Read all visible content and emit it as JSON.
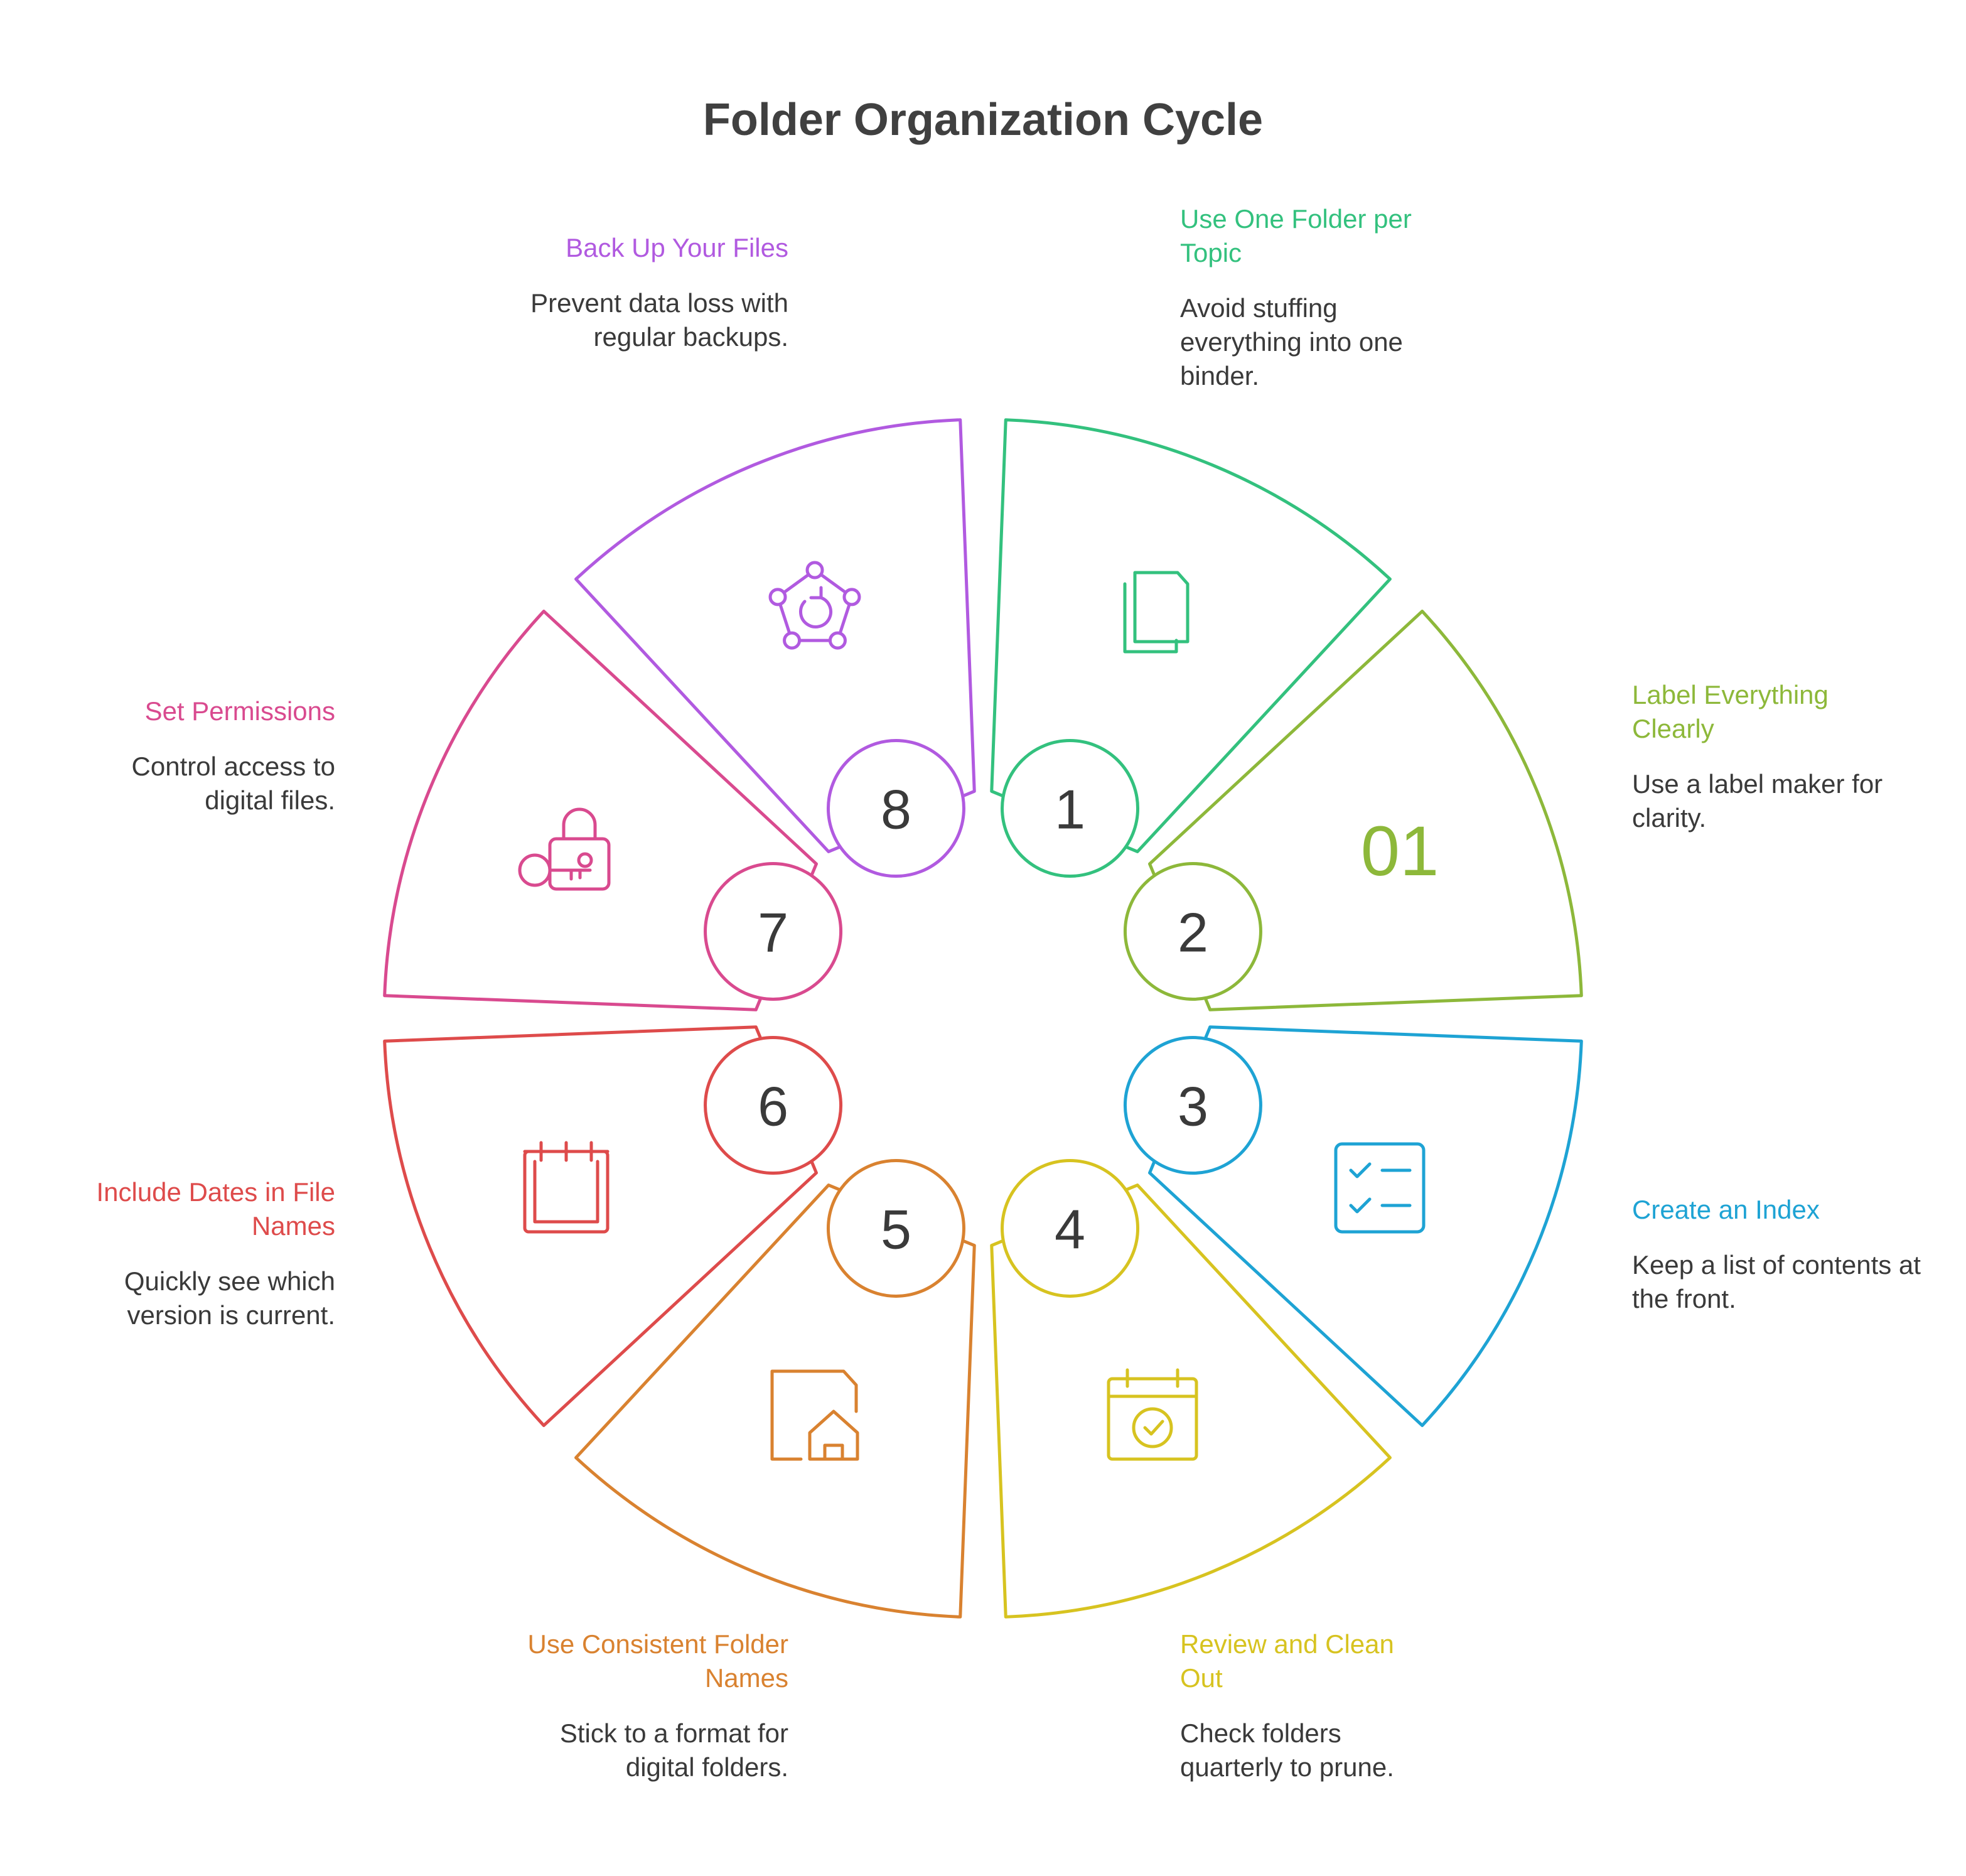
{
  "title": "Folder Organization Cycle",
  "steps": [
    {
      "number": "1",
      "heading": "Use One Folder per Topic",
      "description": "Avoid stuffing everything into one binder.",
      "color": "#33C17E",
      "icon": "copy-documents-icon"
    },
    {
      "number": "2",
      "heading": "Label Everything Clearly",
      "description": "Use a label maker for clarity.",
      "color": "#8DB83A",
      "icon": "numbers-01-icon",
      "icon_text": "01"
    },
    {
      "number": "3",
      "heading": "Create an Index",
      "description": "Keep a list of contents at the front.",
      "color": "#1EA3D4",
      "icon": "checklist-icon"
    },
    {
      "number": "4",
      "heading": "Review and Clean Out",
      "description": "Check folders quarterly to prune.",
      "color": "#D7C320",
      "icon": "calendar-check-icon"
    },
    {
      "number": "5",
      "heading": "Use Consistent Folder Names",
      "description": "Stick to a format for digital folders.",
      "color": "#D98230",
      "icon": "file-home-icon"
    },
    {
      "number": "6",
      "heading": "Include Dates in File Names",
      "description": "Quickly see which version is current.",
      "color": "#DE4B4B",
      "icon": "calendar-icon"
    },
    {
      "number": "7",
      "heading": "Set Permissions",
      "description": "Control access to digital files.",
      "color": "#D94A8F",
      "icon": "lock-key-icon"
    },
    {
      "number": "8",
      "heading": "Back Up Your Files",
      "description": "Prevent data loss with regular backups.",
      "color": "#B15AE0",
      "icon": "backup-cycle-icon"
    }
  ]
}
